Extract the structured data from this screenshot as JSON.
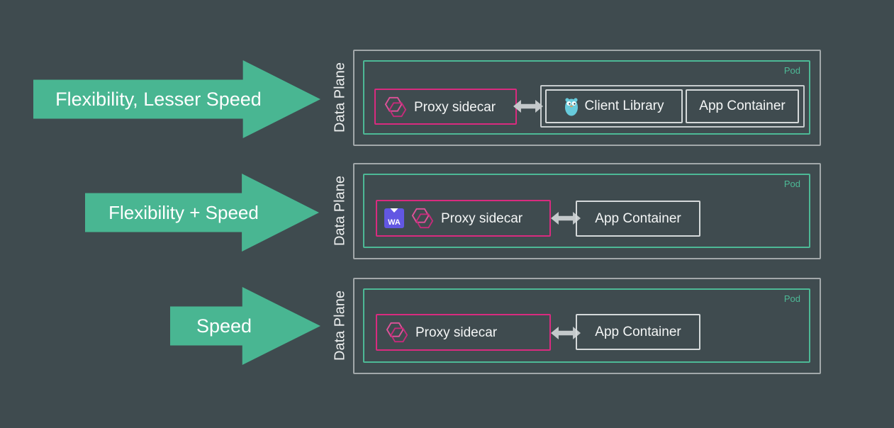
{
  "colors": {
    "background": "#3F4B4F",
    "arrow_fill": "#49B692",
    "pod_accent": "#4DB996",
    "proxy_accent": "#D92B7F",
    "box_border": "#D5D9DA",
    "outer_border": "#A2A8AA",
    "wasm_purple": "#6257E3",
    "gopher_teal": "#67CBDC",
    "text": "#FFFFFF"
  },
  "rows": [
    {
      "arrow_label": "Flexibility, Lesser Speed",
      "data_plane_label": "Data Plane",
      "pod_label": "Pod",
      "proxy_label": "Proxy sidecar",
      "client_library_label": "Client Library",
      "app_container_label": "App Container"
    },
    {
      "arrow_label": "Flexibility + Speed",
      "data_plane_label": "Data Plane",
      "pod_label": "Pod",
      "wasm_label": "WA",
      "proxy_label": "Proxy sidecar",
      "app_container_label": "App Container"
    },
    {
      "arrow_label": "Speed",
      "data_plane_label": "Data Plane",
      "pod_label": "Pod",
      "proxy_label": "Proxy sidecar",
      "app_container_label": "App Container"
    }
  ]
}
